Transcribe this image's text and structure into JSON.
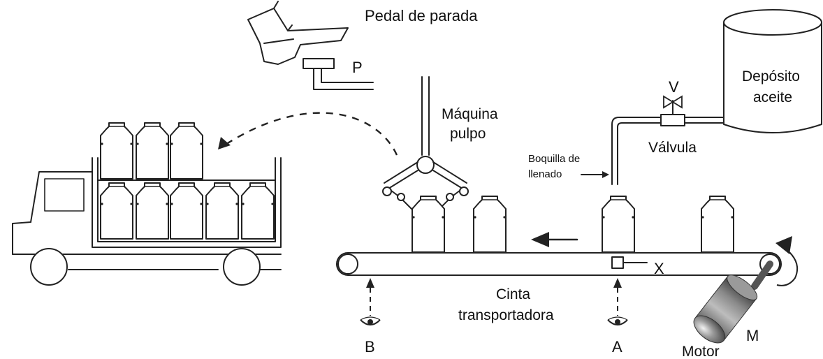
{
  "labels": {
    "pedal": "Pedal de parada",
    "pedal_tag": "P",
    "machine_line1": "Máquina",
    "machine_line2": "pulpo",
    "valve_tag": "V",
    "valve": "Válvula",
    "tank_line1": "Depósito",
    "tank_line2": "aceite",
    "nozzle_line1": "Boquilla de",
    "nozzle_line2": "llenado",
    "sensor_x": "X",
    "belt_line1": "Cinta",
    "belt_line2": "transportadora",
    "sensor_b": "B",
    "sensor_a": "A",
    "motor_tag": "M",
    "motor": "Motor"
  }
}
